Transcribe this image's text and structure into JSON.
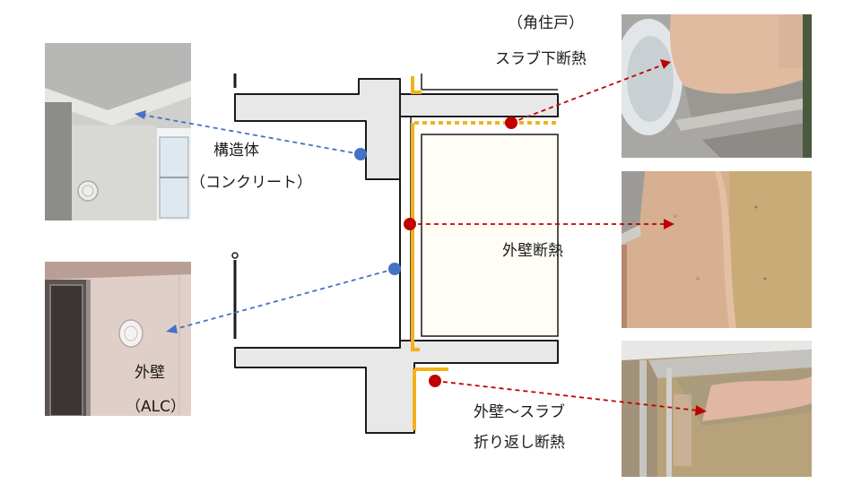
{
  "labels": {
    "kado_suko": "（角住戸）",
    "slab_shita": "スラブ下断熱",
    "kozotai": "構造体",
    "concrete": "（コンクリート）",
    "gaiheki_dannetsu": "外壁断熱",
    "gaiheki": "外壁",
    "alc": "（ALC）",
    "gaiheki_slab": "外壁～スラブ",
    "orikaeshi": "折り返し断熱"
  },
  "colors": {
    "concrete_fill": "#e8e8e8",
    "outline": "#1a1a1a",
    "insulation": "#f2b21b",
    "blue_marker": "#4472c4",
    "red_marker": "#c00000"
  }
}
